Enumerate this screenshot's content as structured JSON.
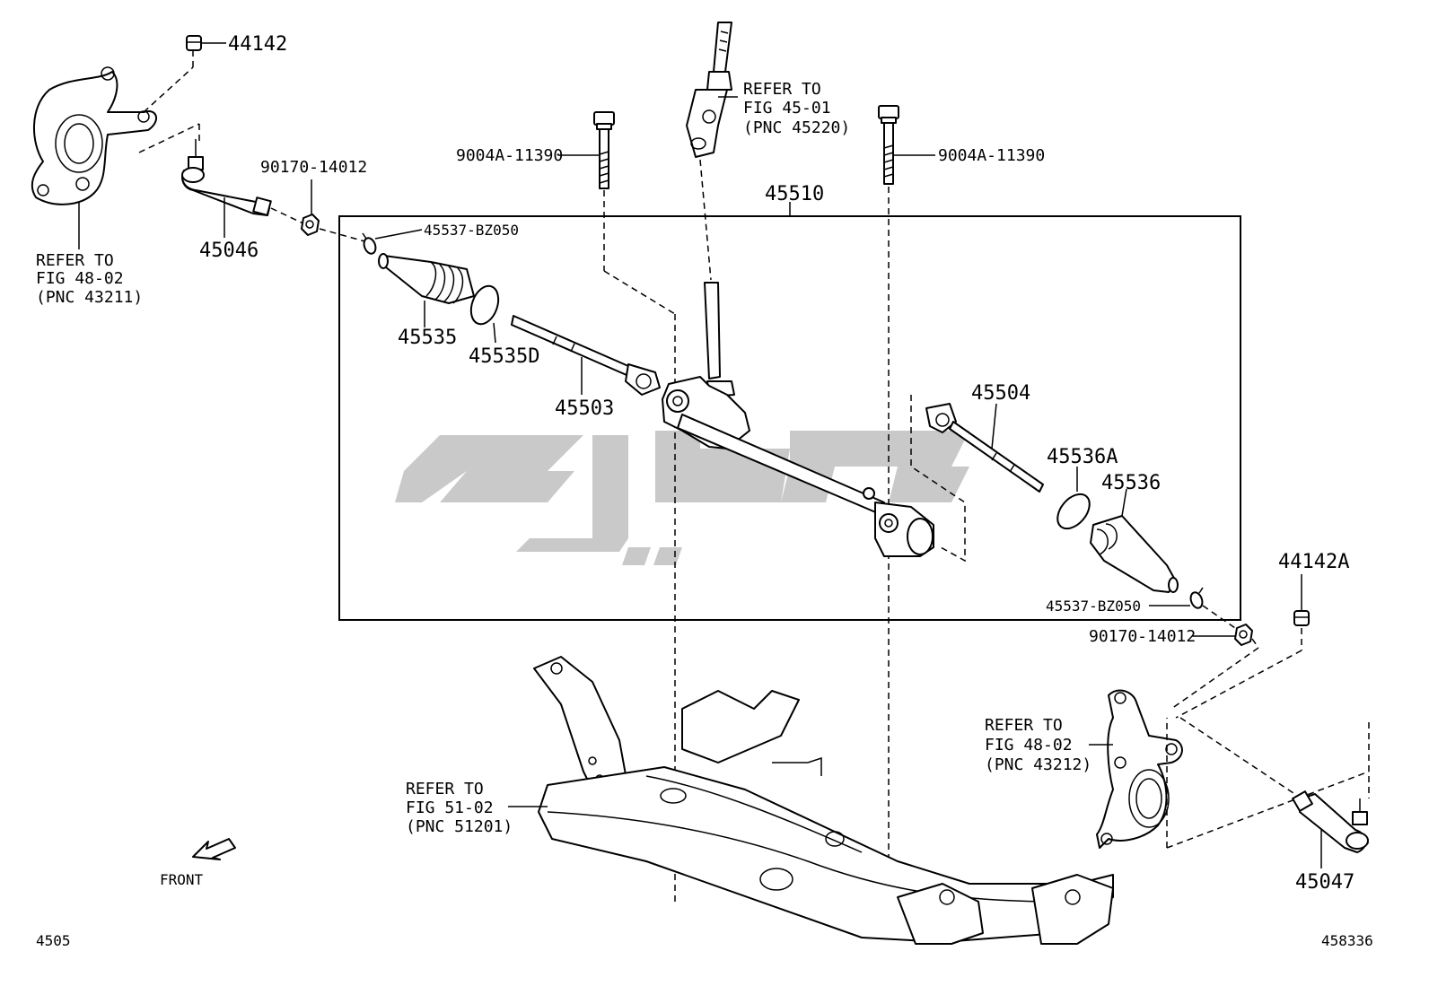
{
  "labels": {
    "p44142": "44142",
    "p44142a": "44142A",
    "p45046": "45046",
    "p45047": "45047",
    "p90170_l": "90170-14012",
    "p90170_r": "90170-14012",
    "p9004a_l": "9004A-11390",
    "p9004a_r": "9004A-11390",
    "p45510": "45510",
    "p45537_l": "45537-BZ050",
    "p45537_r": "45537-BZ050",
    "p45535": "45535",
    "p45535d": "45535D",
    "p45503": "45503",
    "p45504": "45504",
    "p45536a": "45536A",
    "p45536": "45536",
    "front": "FRONT",
    "corner_left": "4505",
    "corner_right": "458336"
  },
  "refs": {
    "knuckle_left": [
      "REFER TO",
      "FIG 48-02",
      "(PNC 43211)"
    ],
    "column": [
      "REFER TO",
      "FIG 45-01",
      "(PNC 45220)"
    ],
    "knuckle_right": [
      "REFER TO",
      "FIG 48-02",
      "(PNC 43212)"
    ],
    "crossmember": [
      "REFER TO",
      "FIG 51-02",
      "(PNC 51201)"
    ]
  },
  "colors": {
    "line": "#000000",
    "watermark": "#c9c9c9",
    "background": "#ffffff"
  }
}
